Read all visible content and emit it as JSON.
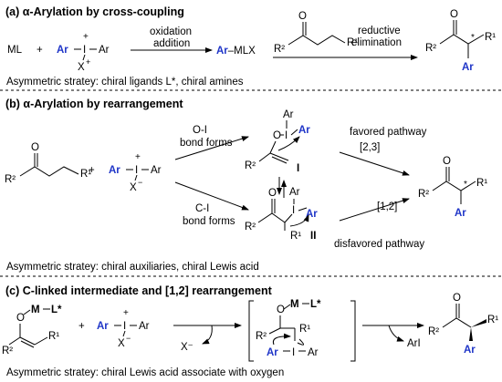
{
  "sections": [
    {
      "heading": "(a) α-Arylation by cross-coupling",
      "strategy": "Asymmetric stratey: chiral ligands L*, chiral amines",
      "steps": [
        "oxidation",
        "addition",
        "reductive",
        "elimination"
      ],
      "species": {
        "ml": "ML",
        "plus": "+",
        "ar_mlx": "Ar–MLX"
      }
    },
    {
      "heading": "(b) α-Arylation by rearrangement",
      "strategy": "Asymmetric stratey: chiral auxiliaries, chiral Lewis acid",
      "bond_upper": [
        "O-I",
        "bond forms"
      ],
      "bond_lower": [
        "C-I",
        "bond forms"
      ],
      "favored": "favored pathway",
      "favored_shift": "[2,3]",
      "disfavored": "disfavored pathway",
      "disfavored_shift": "[1,2]",
      "intermediates": [
        "I",
        "II"
      ]
    },
    {
      "heading": "(c) C-linked intermediate and [1,2] rearrangement",
      "strategy": "Asymmetric stratey: chiral Lewis acid associate with oxygen",
      "leaving": "X⁻",
      "byproduct": "ArI"
    }
  ],
  "atoms": {
    "ar": "Ar",
    "iodine": "I",
    "x": "X",
    "x_minus": "X⁻",
    "o": "O",
    "m": "M",
    "l_star": "L*",
    "r1": "R¹",
    "r2": "R²",
    "plus_charge": "+",
    "star": "*"
  },
  "colors": {
    "aryl": "#1f35c8",
    "text": "#000000"
  }
}
